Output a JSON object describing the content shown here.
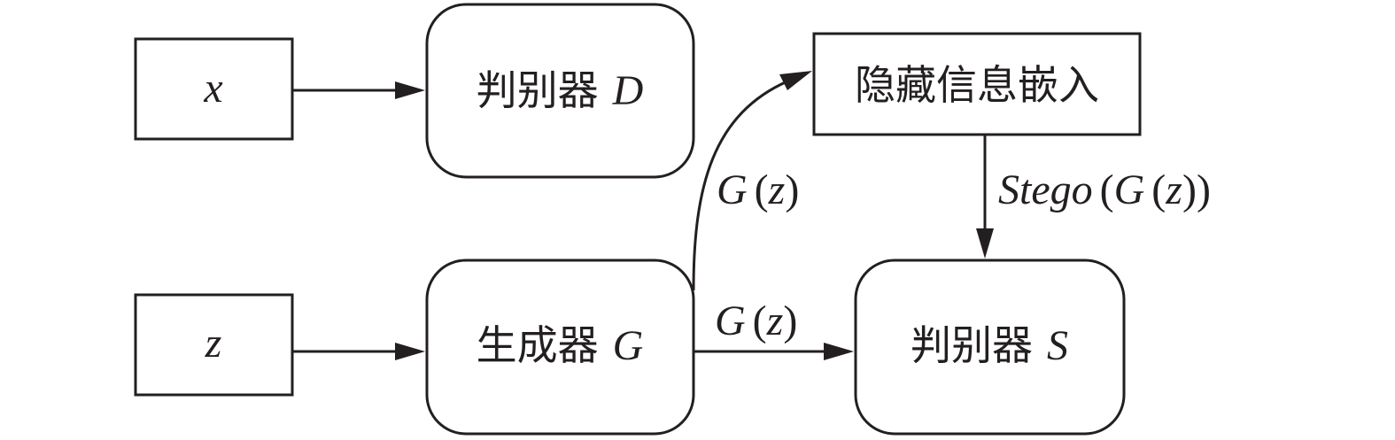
{
  "nodes": {
    "input_x": {
      "label": "x"
    },
    "discriminator_d": {
      "prefix": "判别器",
      "symbol": "D"
    },
    "input_z": {
      "label": "z"
    },
    "generator_g": {
      "prefix": "生成器",
      "symbol": "G"
    },
    "embedding": {
      "label": "隐藏信息嵌入"
    },
    "discriminator_s": {
      "prefix": "判别器",
      "symbol": "S"
    }
  },
  "edges": {
    "gz_to_embedding": {
      "f": "G",
      "lp": "(",
      "arg": "z",
      "rp": ")"
    },
    "gz_to_discriminator_s": {
      "f": "G",
      "lp": "(",
      "arg": "z",
      "rp": ")"
    },
    "stego": {
      "f": "Stego",
      "lp": "(",
      "g": "G",
      "lp2": "(",
      "arg": "z",
      "rp": "))"
    }
  },
  "colors": {
    "stroke": "#231f20",
    "background": "#ffffff"
  }
}
